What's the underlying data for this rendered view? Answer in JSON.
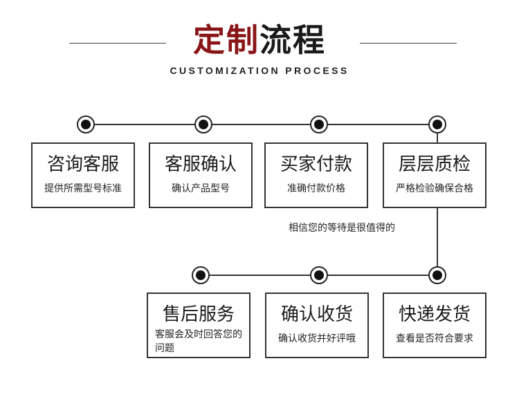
{
  "header": {
    "title_accent": "定制",
    "title_rest": "流程",
    "subtitle": "CUSTOMIZATION PROCESS"
  },
  "steps": [
    {
      "title": "咨询客服",
      "desc": "提供所需型号标准"
    },
    {
      "title": "客服确认",
      "desc": "确认产品型号"
    },
    {
      "title": "买家付款",
      "desc": "准确付款价格"
    },
    {
      "title": "层层质检",
      "desc": "严格检验确保合格"
    },
    {
      "title": "快递发货",
      "desc": "查看是否符合要求"
    },
    {
      "title": "确认收货",
      "desc": "确认收货并好评哦"
    },
    {
      "title": "售后服务",
      "desc": "客服会及时回答您的问题"
    }
  ],
  "note": "相信您的等待是很值得的",
  "colors": {
    "accent": "#8a1518",
    "text": "#1a1a1a",
    "line": "#333333"
  }
}
